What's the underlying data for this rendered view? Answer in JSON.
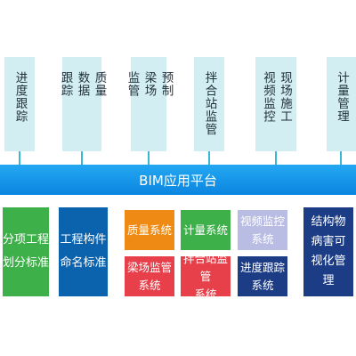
{
  "top_modules": [
    {
      "lines": [
        "进度跟踪"
      ]
    },
    {
      "lines": [
        "质量",
        "数据",
        "跟踪"
      ]
    },
    {
      "lines": [
        "预制",
        "梁场",
        "监管"
      ]
    },
    {
      "lines": [
        "拌合站监管"
      ]
    },
    {
      "lines": [
        "现场施工",
        "视频监控"
      ]
    },
    {
      "lines": [
        "计量管理"
      ]
    }
  ],
  "platform": {
    "label": "BIM应用平台"
  },
  "standards": [
    {
      "lines": [
        "分项工程",
        "划分标准"
      ]
    },
    {
      "lines": [
        "工程构件",
        "命名标准"
      ]
    }
  ],
  "systems": [
    {
      "lines": [
        "质量系统"
      ]
    },
    {
      "lines": [
        "计量系统"
      ]
    },
    {
      "lines": [
        "视频监控",
        "系统"
      ]
    },
    {
      "lines": [
        "梁场监管",
        "系统"
      ]
    },
    {
      "lines": [
        "拌合站监管",
        "系统"
      ]
    },
    {
      "lines": [
        "进度跟踪",
        "系统"
      ]
    }
  ],
  "structure": {
    "lines": [
      "结构物",
      "病害可",
      "视化管",
      "理"
    ]
  }
}
